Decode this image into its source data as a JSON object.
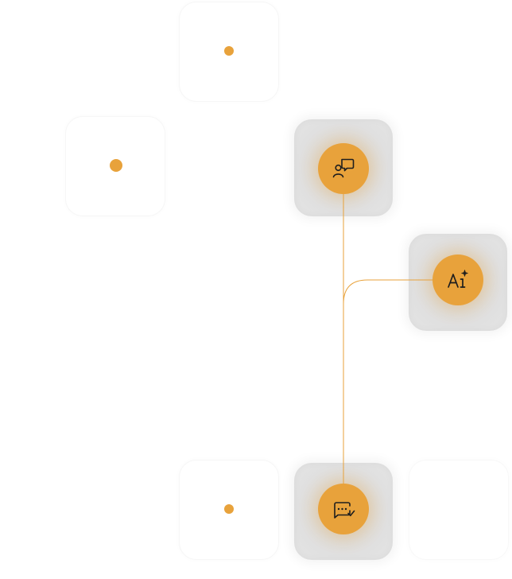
{
  "colors": {
    "accent": "#e8a23b",
    "line": "#e8a23b",
    "icon_stroke": "#1e1e1e"
  },
  "nodes": [
    {
      "id": "conversation",
      "icon": "user-chat-icon"
    },
    {
      "id": "ai",
      "icon": "ai-sparkle-icon",
      "label": "Ai"
    },
    {
      "id": "message-approved",
      "icon": "message-check-icon"
    }
  ]
}
